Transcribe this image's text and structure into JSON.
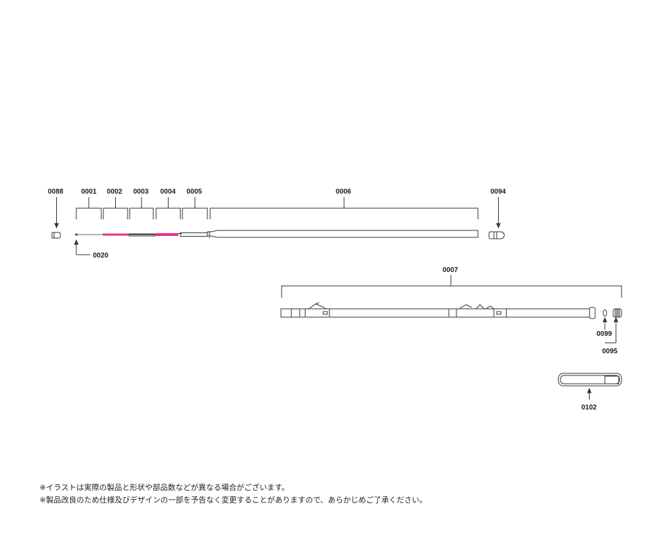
{
  "diagram": {
    "parts": [
      {
        "id": "p0088",
        "number": "0088"
      },
      {
        "id": "p0001",
        "number": "0001"
      },
      {
        "id": "p0002",
        "number": "0002"
      },
      {
        "id": "p0003",
        "number": "0003"
      },
      {
        "id": "p0004",
        "number": "0004"
      },
      {
        "id": "p0005",
        "number": "0005"
      },
      {
        "id": "p0006",
        "number": "0006"
      },
      {
        "id": "p0094",
        "number": "0094"
      },
      {
        "id": "p0020",
        "number": "0020"
      },
      {
        "id": "p0007",
        "number": "0007"
      },
      {
        "id": "p0099",
        "number": "0099"
      },
      {
        "id": "p0095",
        "number": "0095"
      },
      {
        "id": "p0102",
        "number": "0102"
      }
    ],
    "colors": {
      "line": "#333333",
      "highlight": "#e0338a",
      "rod_fill": "#ffffff"
    }
  },
  "notes": {
    "line1": "※イラストは実際の製品と形状や部品数などが異なる場合がございます。",
    "line2": "※製品改良のため仕様及びデザインの一部を予告なく変更することがありますので、あらかじめご了承ください。"
  }
}
